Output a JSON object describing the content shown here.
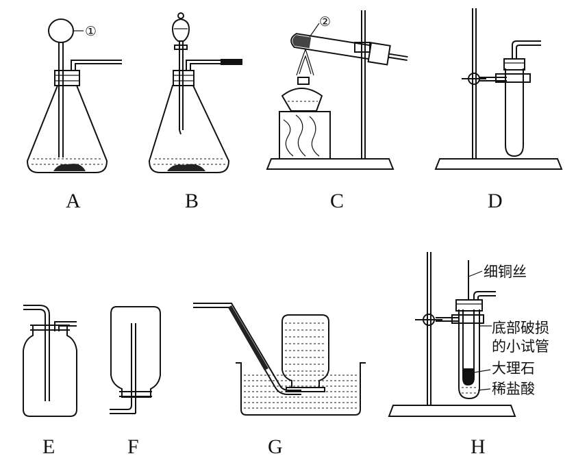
{
  "labels": {
    "A": "A",
    "B": "B",
    "C": "C",
    "D": "D",
    "E": "E",
    "F": "F",
    "G": "G",
    "H": "H"
  },
  "markers": {
    "one": "①",
    "two": "②"
  },
  "h_annotations": {
    "copper_wire": "细铜丝",
    "broken_tube_line1": "底部破损",
    "broken_tube_line2": "的小试管",
    "marble": "大理石",
    "dilute_hcl": "稀盐酸"
  }
}
